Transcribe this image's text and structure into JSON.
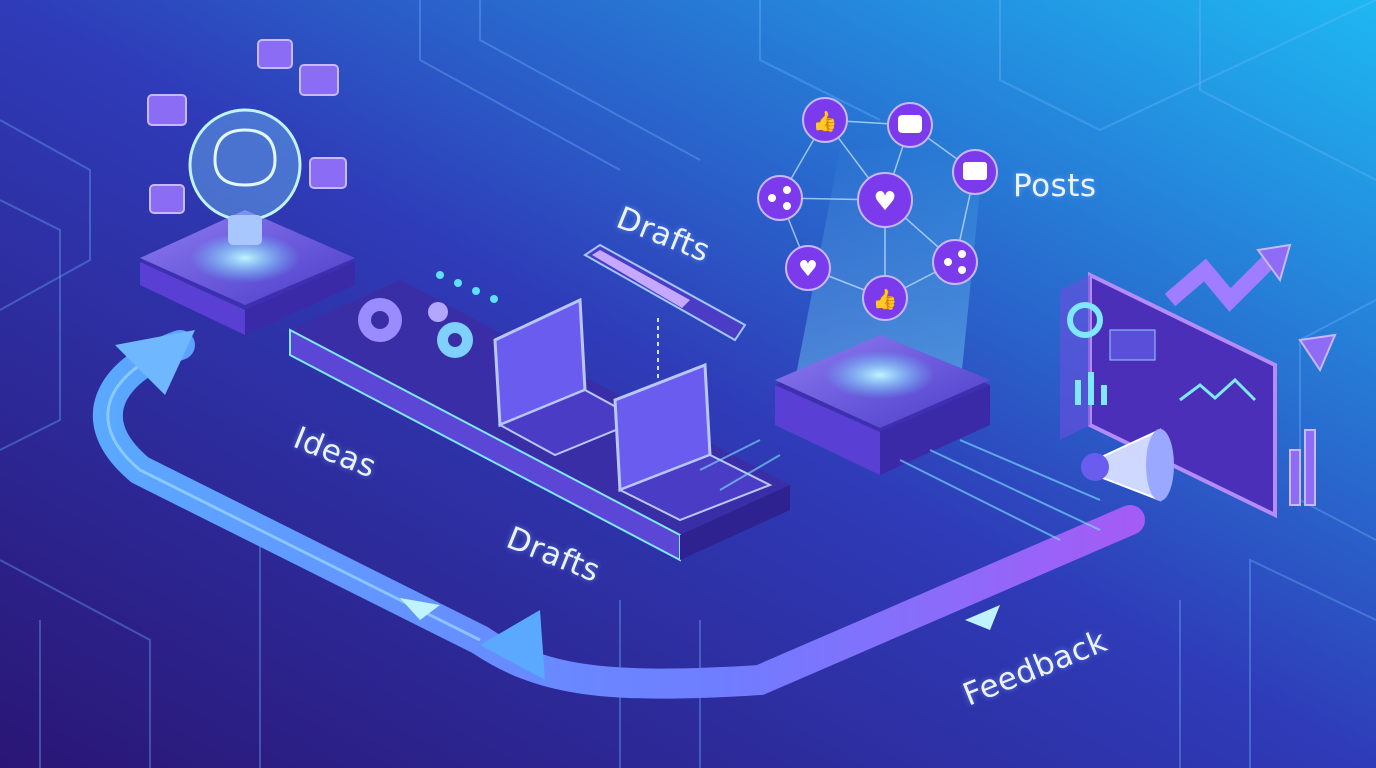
{
  "labels": {
    "ideas": "Ideas",
    "drafts_upper": "Drafts",
    "drafts_lower": "Drafts",
    "posts": "Posts",
    "feedback": "Feedback"
  },
  "colors": {
    "background_dark": "#2b1b86",
    "background_light": "#1fb6f0",
    "accent_cyan": "#5fe0ff",
    "accent_purple": "#9b5cf6",
    "node_purple": "#7c3aed"
  },
  "icons": [
    "lightbulb-brain-icon",
    "chat-bubble-icon",
    "gear-icon",
    "laptop-icon",
    "like-icon",
    "heart-icon",
    "share-icon",
    "comment-icon",
    "dashboard-chart-icon",
    "megaphone-icon",
    "growth-arrow-icon",
    "loop-arrow-icon"
  ]
}
